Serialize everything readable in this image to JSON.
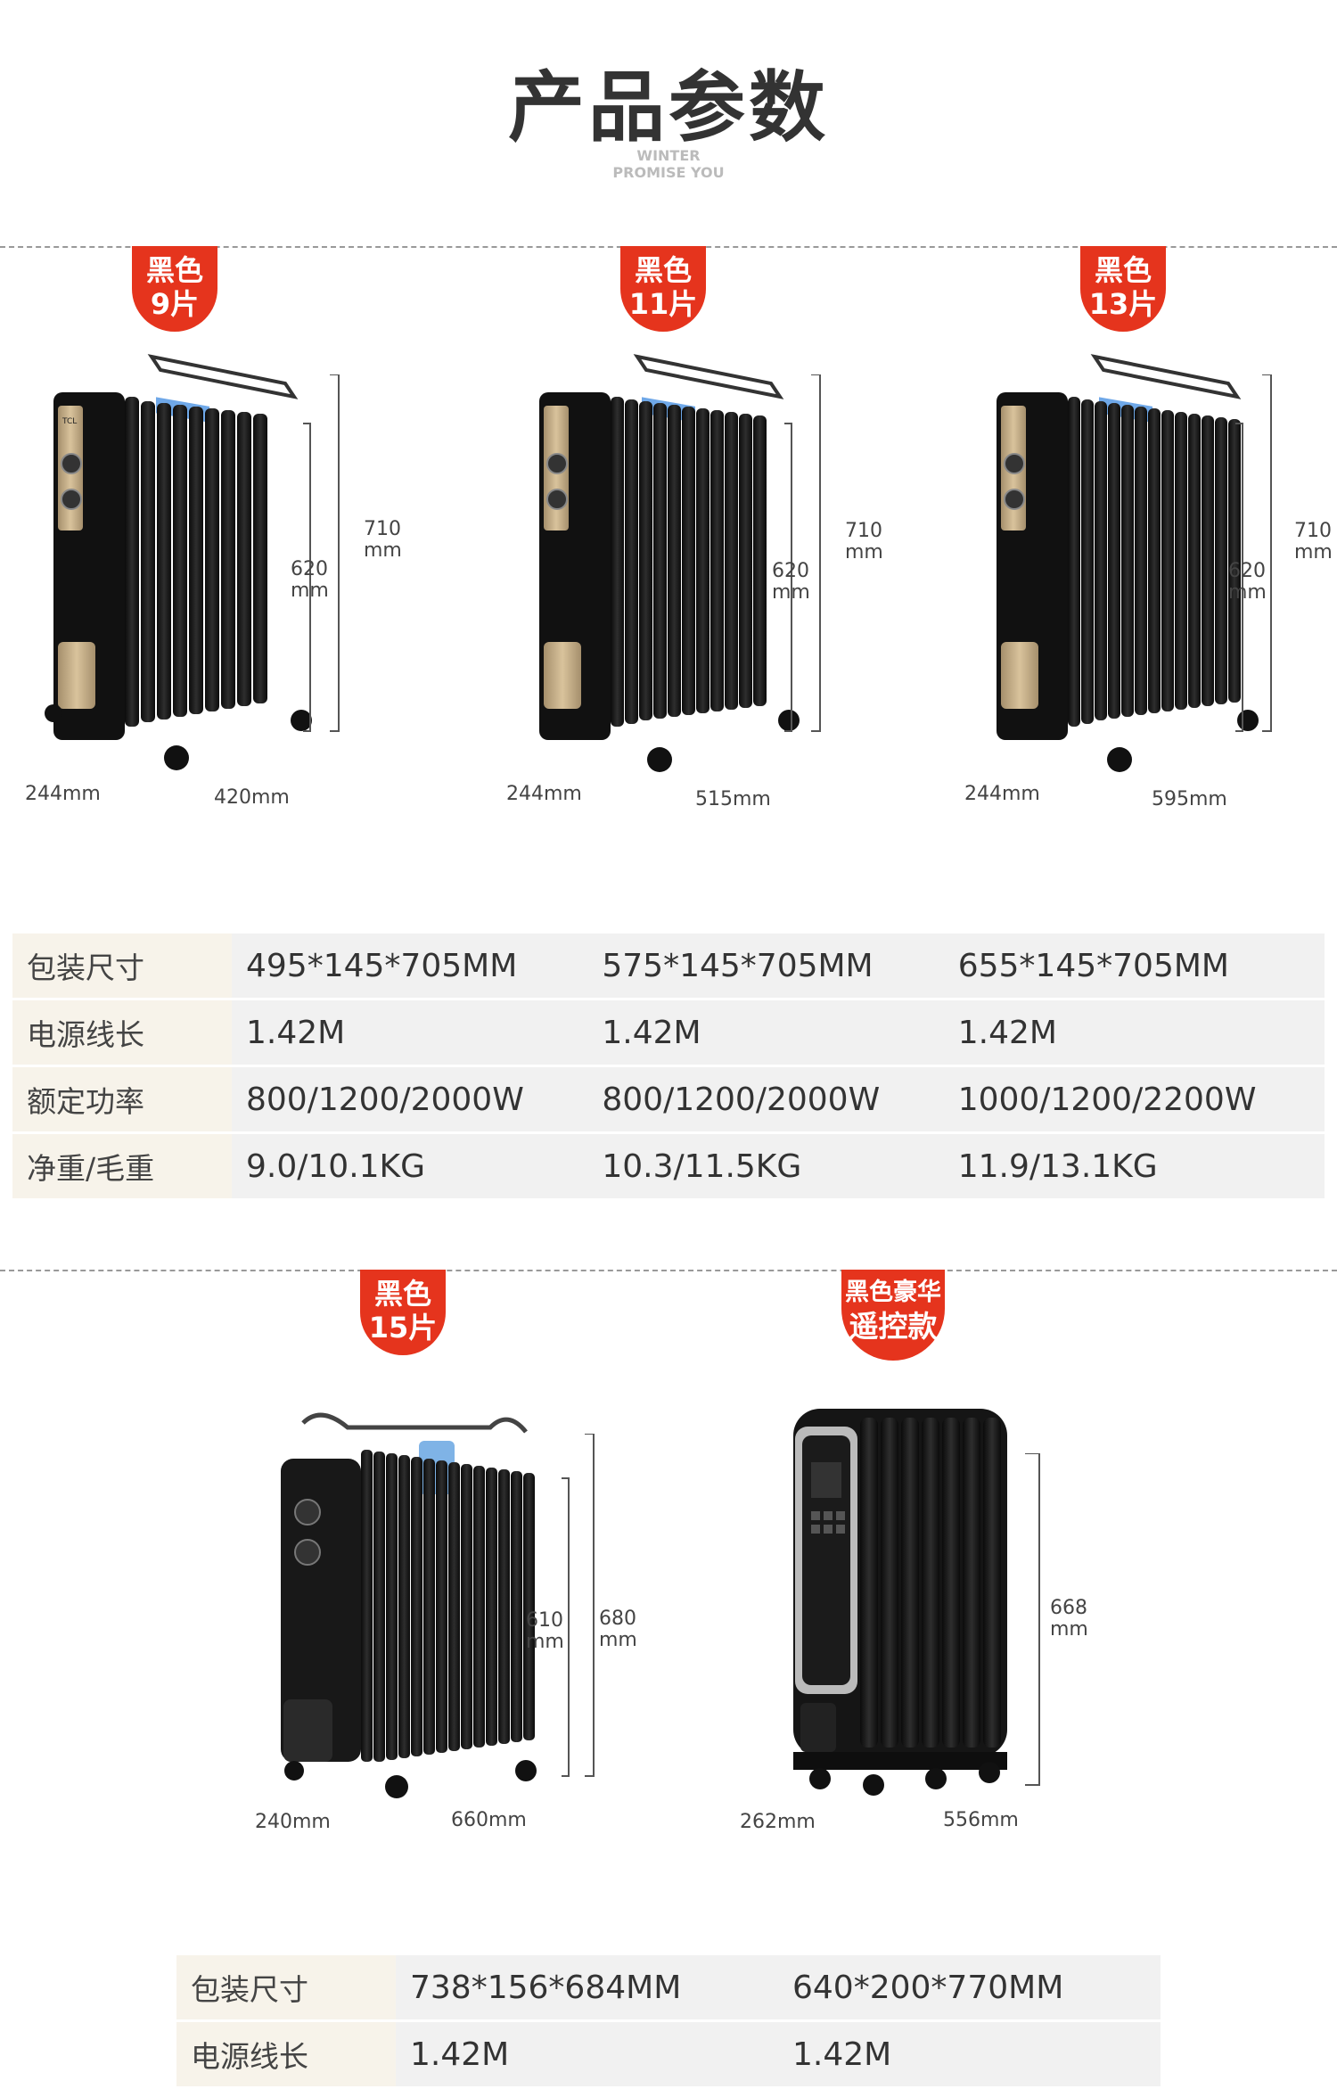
{
  "header": {
    "title": "产品参数",
    "subtitle_line1": "WINTER",
    "subtitle_line2": "PROMISE YOU"
  },
  "products": [
    {
      "badge_l1": "黑色",
      "badge_l2": "9片",
      "height_outer": "710",
      "height_inner": "620",
      "unit": "mm",
      "depth": "244mm",
      "width": "420mm"
    },
    {
      "badge_l1": "黑色",
      "badge_l2": "11片",
      "height_outer": "710",
      "height_inner": "620",
      "unit": "mm",
      "depth": "244mm",
      "width": "515mm"
    },
    {
      "badge_l1": "黑色",
      "badge_l2": "13片",
      "height_outer": "710",
      "height_inner": "620",
      "unit": "mm",
      "depth": "244mm",
      "width": "595mm"
    },
    {
      "badge_l1": "黑色",
      "badge_l2": "15片",
      "height_outer": "680",
      "height_inner": "610",
      "unit": "mm",
      "depth": "240mm",
      "width": "660mm"
    },
    {
      "badge_l1": "黑色豪华",
      "badge_l2": "遥控款",
      "height_outer": "668",
      "unit": "mm",
      "depth": "262mm",
      "width": "556mm"
    }
  ],
  "spec_table_1": {
    "rows": [
      {
        "label": "包装尺寸",
        "values": [
          "495*145*705MM",
          "575*145*705MM",
          "655*145*705MM"
        ]
      },
      {
        "label": "电源线长",
        "values": [
          "1.42M",
          "1.42M",
          "1.42M"
        ]
      },
      {
        "label": "额定功率",
        "values": [
          "800/1200/2000W",
          "800/1200/2000W",
          "1000/1200/2200W"
        ]
      },
      {
        "label": "净重/毛重",
        "values": [
          "9.0/10.1KG",
          "10.3/11.5KG",
          "11.9/13.1KG"
        ]
      }
    ]
  },
  "spec_table_2": {
    "rows": [
      {
        "label": "包装尺寸",
        "values": [
          "738*156*684MM",
          "640*200*770MM"
        ]
      },
      {
        "label": "电源线长",
        "values": [
          "1.42M",
          "1.42M"
        ]
      }
    ]
  },
  "logo_text": "TCL",
  "colors": {
    "badge": "#e5341d",
    "label_bg": "#f7f3ea",
    "value_bg": "#f1f1f1",
    "heater_body": "#1a1a1a",
    "panel_gold": "#c8b08a"
  }
}
